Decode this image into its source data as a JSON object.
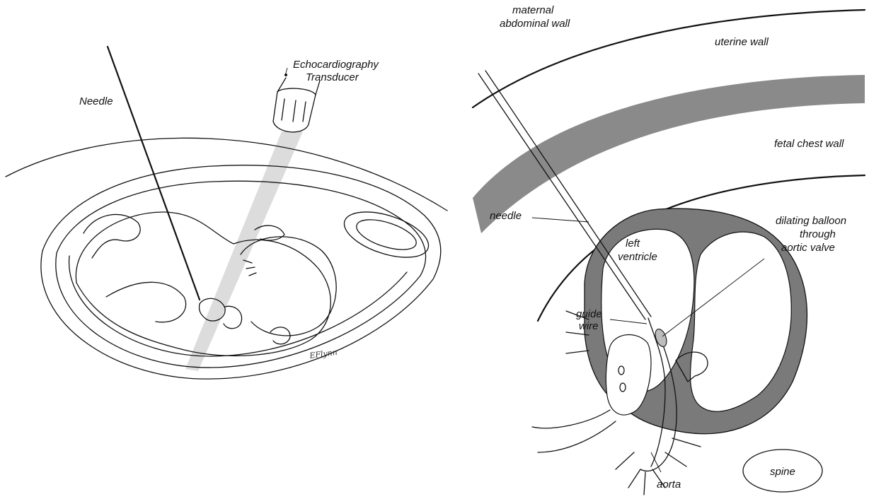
{
  "left_panel": {
    "labels": {
      "needle": "Needle",
      "transducer_line1": "Echocardiography",
      "transducer_line2": "Transducer"
    },
    "signature": "EFlynn"
  },
  "right_panel": {
    "labels": {
      "maternal_line1": "maternal",
      "maternal_line2": "abdominal wall",
      "uterine_wall": "uterine wall",
      "fetal_chest_wall": "fetal chest wall",
      "needle": "needle",
      "left_line1": "left",
      "left_line2": "ventricle",
      "balloon_line1": "dilating balloon",
      "balloon_line2": "through",
      "balloon_line3": "aortic valve",
      "guide_line1": "guide",
      "guide_line2": "wire",
      "aorta": "aorta",
      "spine": "spine"
    }
  },
  "colors": {
    "line": "#111111",
    "uterine_band": "#8a8a8a",
    "heart_muscle": "#7a7a7a",
    "beam": "#d6d6d6"
  }
}
